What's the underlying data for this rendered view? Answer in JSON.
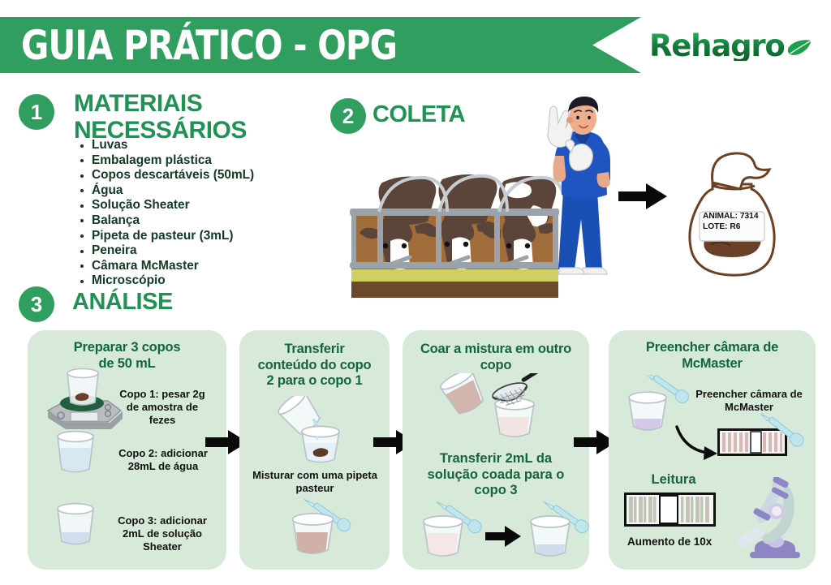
{
  "header": {
    "title": "GUIA PRÁTICO - OPG",
    "logo_text": "Rehagro",
    "logo_icon": "leaf-icon",
    "banner_color": "#2f9e5f"
  },
  "sections": {
    "step1": {
      "number": "1",
      "title_line1": "MATERIAIS",
      "title_line2": "NECESSÁRIOS",
      "items": [
        "Luvas",
        "Embalagem plástica",
        "Copos descartáveis (50mL)",
        "Água",
        "Solução Sheater",
        "Balança",
        "Pipeta de pasteur (3mL)",
        "Peneira",
        "Câmara McMaster",
        "Microscópio"
      ]
    },
    "step2": {
      "number": "2",
      "title": "COLETA",
      "bag_label_line1": "ANIMAL: 7314",
      "bag_label_line2": "LOTE: R6"
    },
    "step3": {
      "number": "3",
      "title": "ANÁLISE",
      "panels": [
        {
          "head": "Preparar 3 copos\nde 50 mL",
          "head_l1": "Preparar 3 copos",
          "head_l2": "de 50 mL",
          "cap1": "Copo 1:  pesar 2g de amostra de fezes",
          "cap2": "Copo 2: adicionar 28mL de água",
          "cap3": "Copo 3: adicionar 2mL de solução Sheater"
        },
        {
          "head_l1": "Transferir",
          "head_l2": "conteúdo do copo",
          "head_l3": "2 para o copo 1",
          "cap1": "Misturar com uma pipeta pasteur"
        },
        {
          "head_l1": "Coar a mistura em outro",
          "head_l2": "copo",
          "mid_l1": "Transferir 2mL da",
          "mid_l2": "solução coada para o",
          "mid_l3": "copo 3"
        },
        {
          "head_l1": "Preencher câmara de",
          "head_l2": "McMaster",
          "cap1": "Preencher câmara de McMaster",
          "mid": "Leitura",
          "cap2": "Aumento de 10x"
        }
      ]
    }
  },
  "colors": {
    "green_brand": "#2f9e5f",
    "green_dark": "#14663a",
    "green_title": "#1f9254",
    "panel_bg": "#d7e9d9",
    "scrub_blue": "#1a4fb5",
    "cow_brown": "#5b4439",
    "microscope": "#a9a3d4"
  }
}
